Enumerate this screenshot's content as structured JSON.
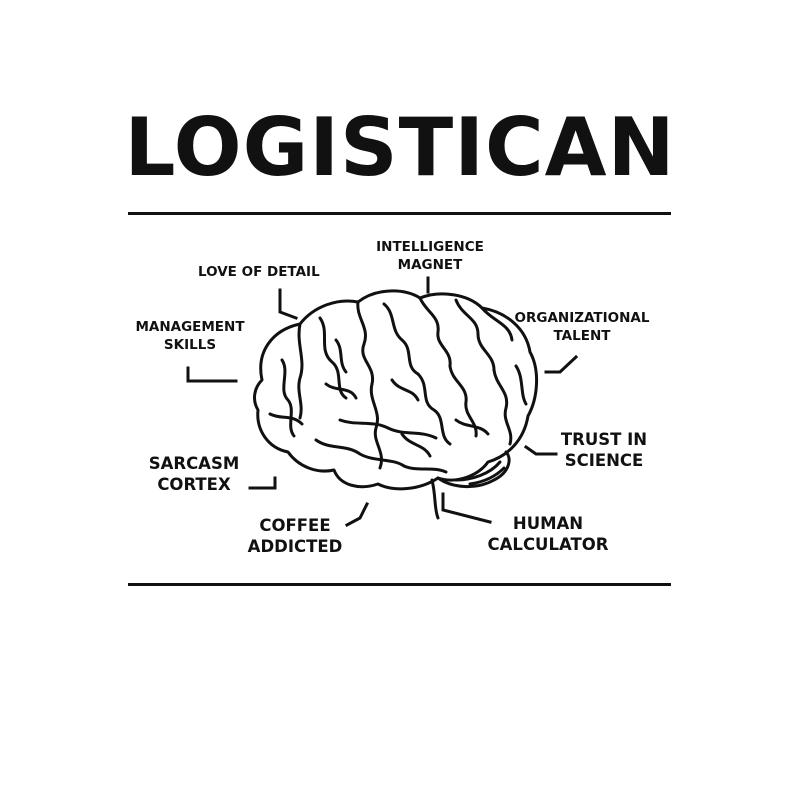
{
  "title": "LOGISTICAN",
  "labels": {
    "intelligence_magnet": [
      "INTELLIGENCE",
      "MAGNET"
    ],
    "love_of_detail": [
      "LOVE OF DETAIL"
    ],
    "management_skills": [
      "MANAGEMENT",
      "SKILLS"
    ],
    "organizational_talent": [
      "ORGANIZATIONAL",
      "TALENT"
    ],
    "trust_in_science": [
      "TRUST IN",
      "SCIENCE"
    ],
    "sarcasm_cortex": [
      "SARCASM",
      "CORTEX"
    ],
    "coffee_addicted": [
      "COFFEE",
      "ADDICTED"
    ],
    "human_calculator": [
      "HUMAN",
      "CALCULATOR"
    ]
  },
  "icons": {
    "brain": "brain-icon"
  },
  "colors": {
    "ink": "#111111",
    "background": "#ffffff"
  }
}
